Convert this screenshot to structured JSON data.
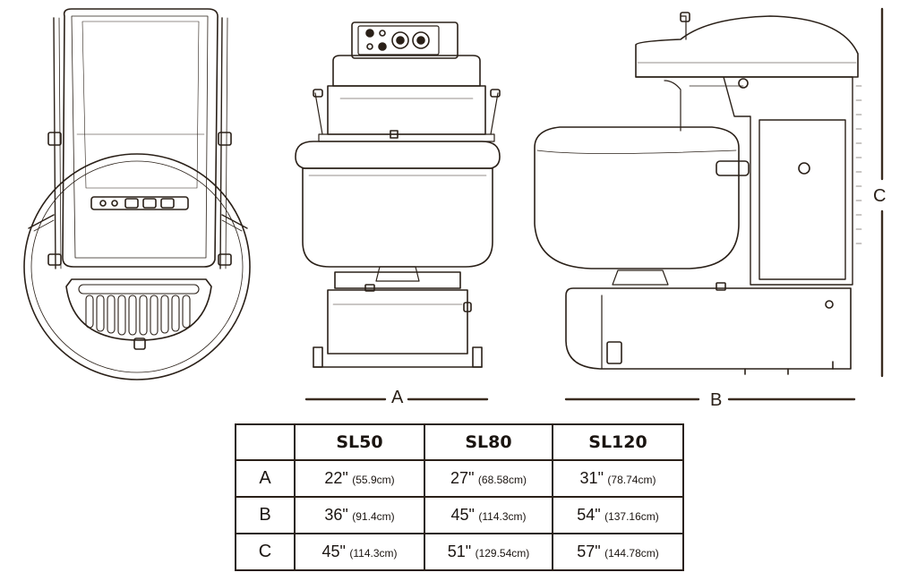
{
  "dimension_labels": {
    "a": "A",
    "b": "B",
    "c": "C"
  },
  "table": {
    "columns": [
      "SL50",
      "SL80",
      "SL120"
    ],
    "rows": [
      {
        "label": "A",
        "cells": [
          {
            "inches": "22\"",
            "metric": "(55.9cm)"
          },
          {
            "inches": "27\"",
            "metric": "(68.58cm)"
          },
          {
            "inches": "31\"",
            "metric": "(78.74cm)"
          }
        ]
      },
      {
        "label": "B",
        "cells": [
          {
            "inches": "36\"",
            "metric": "(91.4cm)"
          },
          {
            "inches": "45\"",
            "metric": "(114.3cm)"
          },
          {
            "inches": "54\"",
            "metric": "(137.16cm)"
          }
        ]
      },
      {
        "label": "C",
        "cells": [
          {
            "inches": "45\"",
            "metric": "(114.3cm)"
          },
          {
            "inches": "51\"",
            "metric": "(129.54cm)"
          },
          {
            "inches": "57\"",
            "metric": "(144.78cm)"
          }
        ]
      }
    ]
  },
  "colors": {
    "line": "#2a2018",
    "background": "#ffffff"
  }
}
